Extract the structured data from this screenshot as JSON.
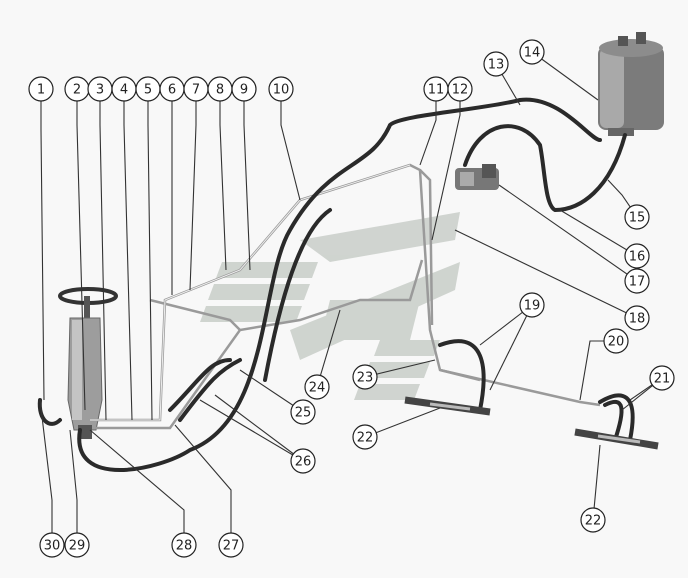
{
  "diagram": {
    "title": "Hydraulic steering system layout",
    "callouts": [
      "1",
      "2",
      "3",
      "4",
      "5",
      "6",
      "7",
      "8",
      "9",
      "10",
      "11",
      "12",
      "13",
      "14",
      "15",
      "16",
      "17",
      "18",
      "19",
      "20",
      "21",
      "22",
      "22",
      "23",
      "24",
      "25",
      "26",
      "27",
      "28",
      "29",
      "30"
    ],
    "colors": {
      "background": "#f8f8f8",
      "line": "#222222",
      "watermark": "#c8ccc8"
    }
  }
}
